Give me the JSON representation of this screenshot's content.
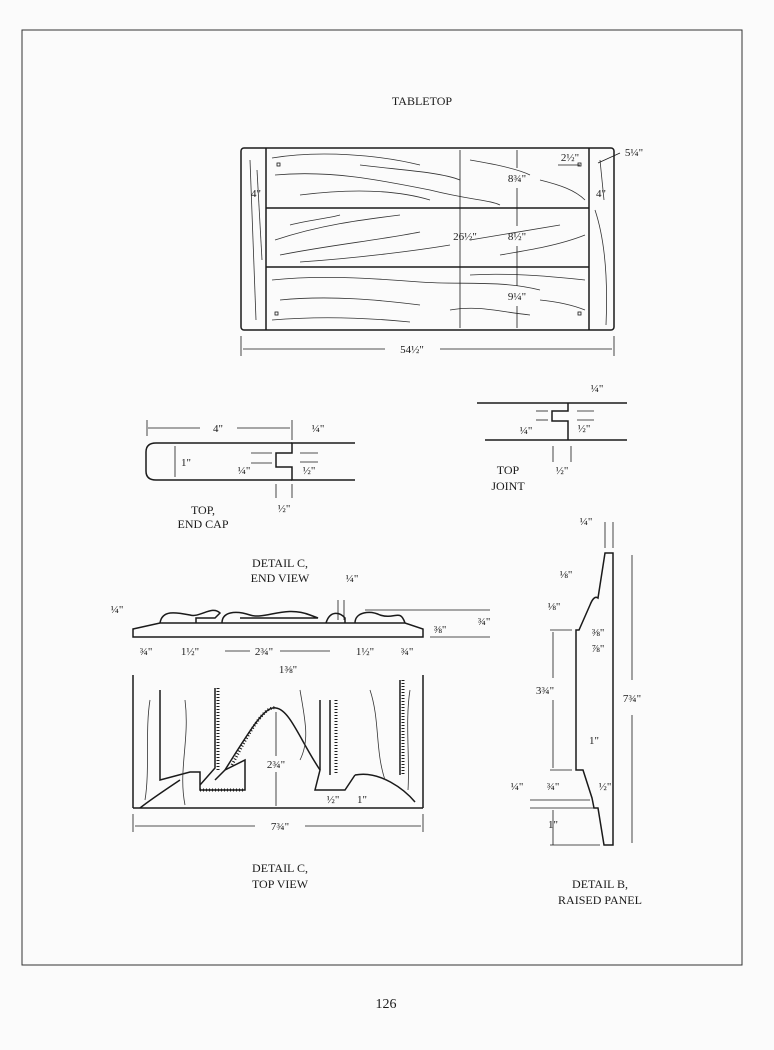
{
  "page_number": "126",
  "tabletop": {
    "title": "TABLETOP",
    "overall_width": "54½\"",
    "overall_depth": "26½\"",
    "board_widths": [
      "8¾\"",
      "8½\"",
      "9¼\""
    ],
    "end_cap_left": "4\"",
    "end_cap_right": "4\"",
    "pin_offset": "2½\"",
    "pin_inset": "5¼\""
  },
  "end_cap": {
    "title_line1": "TOP,",
    "title_line2": "END CAP",
    "width": "4\"",
    "thickness": "1\"",
    "tongue_top": "¼\"",
    "tongue_thickness": "¼\"",
    "groove_depth": "½\"",
    "tongue_length": "½\""
  },
  "top_joint": {
    "title_line1": "TOP",
    "title_line2": "JOINT",
    "top_offset": "¼\"",
    "tongue_thickness": "¼\"",
    "groove_depth": "½\"",
    "tongue_length": "½\""
  },
  "detail_c_end": {
    "title_line1": "DETAIL C,",
    "title_line2": "END VIEW",
    "gap": "¼\"",
    "edge_bevel": "¼\"",
    "base_thickness": "⅜\"",
    "total_height": "¾\"",
    "widths": [
      "¾\"",
      "1½\"",
      "2¾\"",
      "1½\"",
      "¾\""
    ],
    "offset": "1⅜\""
  },
  "detail_c_top": {
    "title_line1": "DETAIL C,",
    "title_line2": "TOP VIEW",
    "height": "2¾\"",
    "foot_a": "½\"",
    "foot_b": "1\"",
    "width": "7¾\""
  },
  "detail_b": {
    "title_line1": "DETAIL B,",
    "title_line2": "RAISED PANEL",
    "top_edge": "¼\"",
    "bead_a": "⅛\"",
    "bead_b": "⅛\"",
    "bevel_a": "⅜\"",
    "bevel_b": "⅞\"",
    "flat_length": "3¾\"",
    "total_length": "7¾\"",
    "thickness": "1\"",
    "step_a": "½\"",
    "step_b": "¼\"",
    "step_c": "¾\"",
    "foot": "1\""
  }
}
